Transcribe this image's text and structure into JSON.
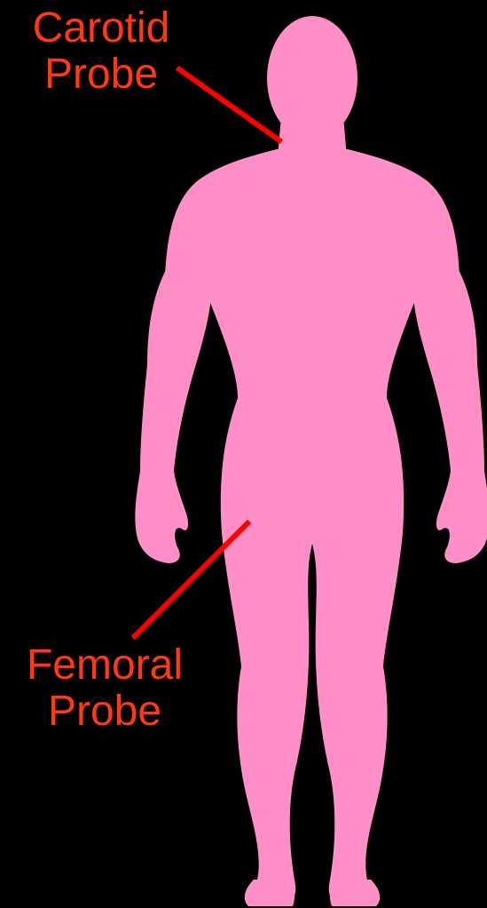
{
  "colors": {
    "background": "#000000",
    "body": "#FF8FC6",
    "label_text": "#FF3A12",
    "pointer_line": "#FF0000"
  },
  "labels": {
    "carotid": {
      "line1": "Carotid",
      "line2": "Probe"
    },
    "femoral": {
      "line1": "Femoral",
      "line2": "Probe"
    }
  }
}
